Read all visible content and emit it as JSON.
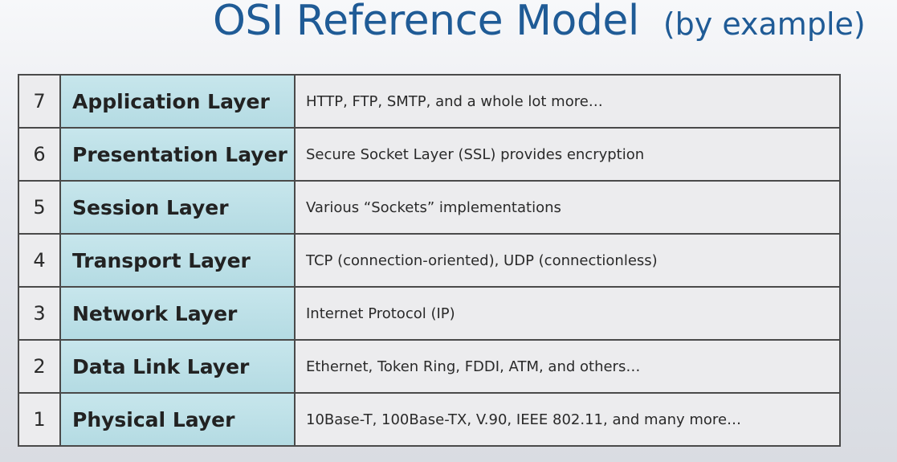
{
  "title": {
    "main": "OSI Reference Model",
    "sub": "(by example)"
  },
  "layers": [
    {
      "number": "7",
      "name": "Application Layer",
      "example": "HTTP, FTP, SMTP, and a whole lot more…"
    },
    {
      "number": "6",
      "name": "Presentation Layer",
      "example": "Secure Socket Layer (SSL) provides encryption"
    },
    {
      "number": "5",
      "name": "Session Layer",
      "example": "Various “Sockets” implementations"
    },
    {
      "number": "4",
      "name": "Transport Layer",
      "example": "TCP (connection-oriented), UDP (connectionless)"
    },
    {
      "number": "3",
      "name": "Network Layer",
      "example": "Internet Protocol (IP)"
    },
    {
      "number": "2",
      "name": "Data Link Layer",
      "example": "Ethernet, Token Ring, FDDI, ATM, and others…"
    },
    {
      "number": "1",
      "name": "Physical Layer",
      "example": "10Base-T, 100Base-TX, V.90, IEEE 802.11, and many more…"
    }
  ],
  "colors": {
    "title": "#1f5b96",
    "layer_name_fill": "#b4dbe3",
    "cell_fill": "#ececee",
    "border": "#4a4a4a"
  }
}
